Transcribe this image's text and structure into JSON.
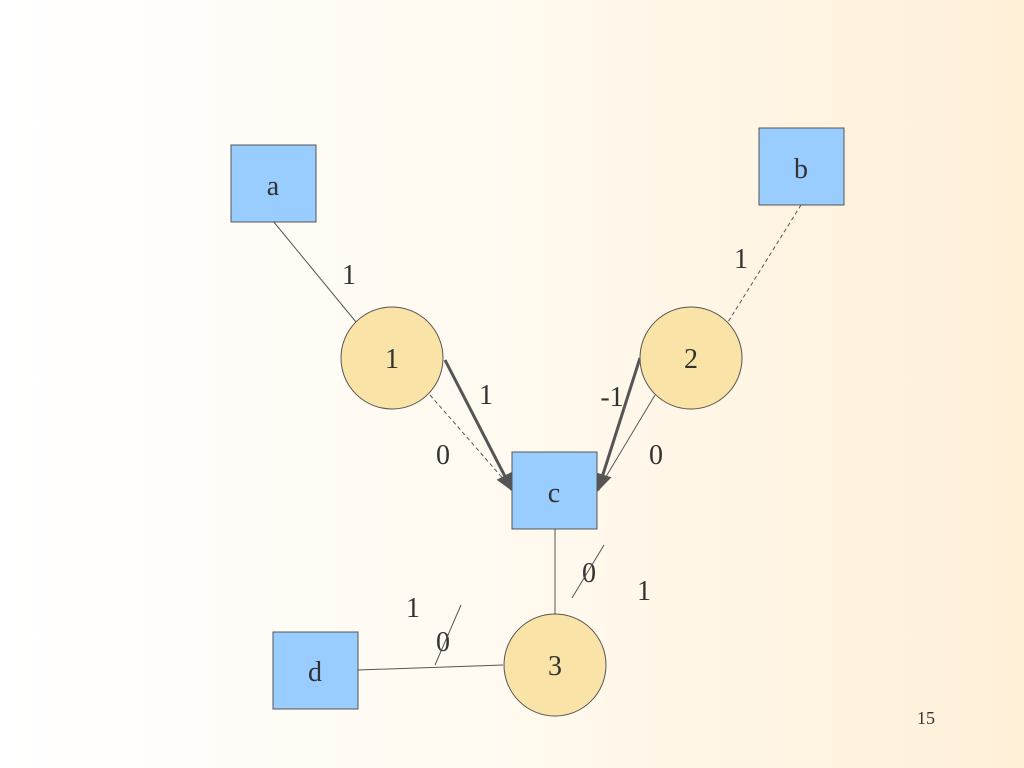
{
  "nodes": {
    "a": "a",
    "b": "b",
    "c": "c",
    "d": "d",
    "n1": "1",
    "n2": "2",
    "n3": "3"
  },
  "edge_labels": {
    "a_1": "1",
    "b_2": "1",
    "n1_c_solid": "1",
    "n1_c_dashed": "0",
    "n2_c_solid": "-1",
    "n2_c_plain": "0",
    "c_3_old": "0",
    "c_3_new": "1",
    "d_3_new": "1",
    "d_3_old": "0"
  },
  "page_number": "15",
  "colors": {
    "square_fill": "#99ccff",
    "circle_fill": "#fae3a6",
    "stroke": "#555555",
    "text": "#333333"
  }
}
